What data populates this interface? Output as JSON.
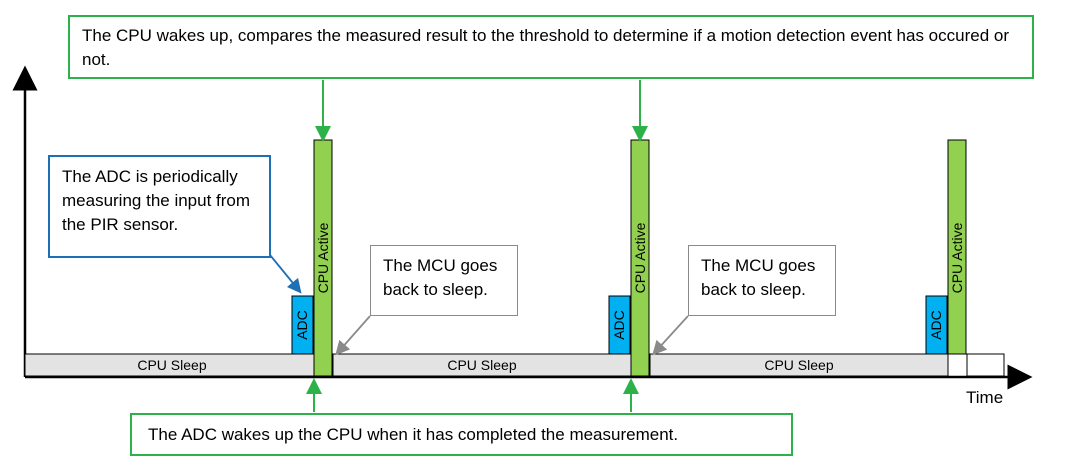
{
  "callouts": {
    "cpu_wakes": "The CPU wakes up, compares the measured result to the threshold to determine if a motion detection event has occured or not.",
    "adc_periodic": "The ADC is periodically measuring the input from the PIR sensor.",
    "mcu_sleep_1": "The MCU goes back to sleep.",
    "mcu_sleep_2": "The MCU goes back to sleep.",
    "adc_wakes_cpu": "The ADC wakes up the CPU when it has completed the measurement."
  },
  "timeline": {
    "sleep_label": "CPU Sleep",
    "active_label": "CPU Active",
    "adc_label": "ADC",
    "x_axis_label": "Time"
  },
  "colors": {
    "cpu_active": "#92d050",
    "adc": "#00b0f0",
    "sleep": "#e3e3e3",
    "green_border": "#2db24a",
    "blue_border": "#1f6fb5",
    "gray_border": "#8a8a8a"
  }
}
